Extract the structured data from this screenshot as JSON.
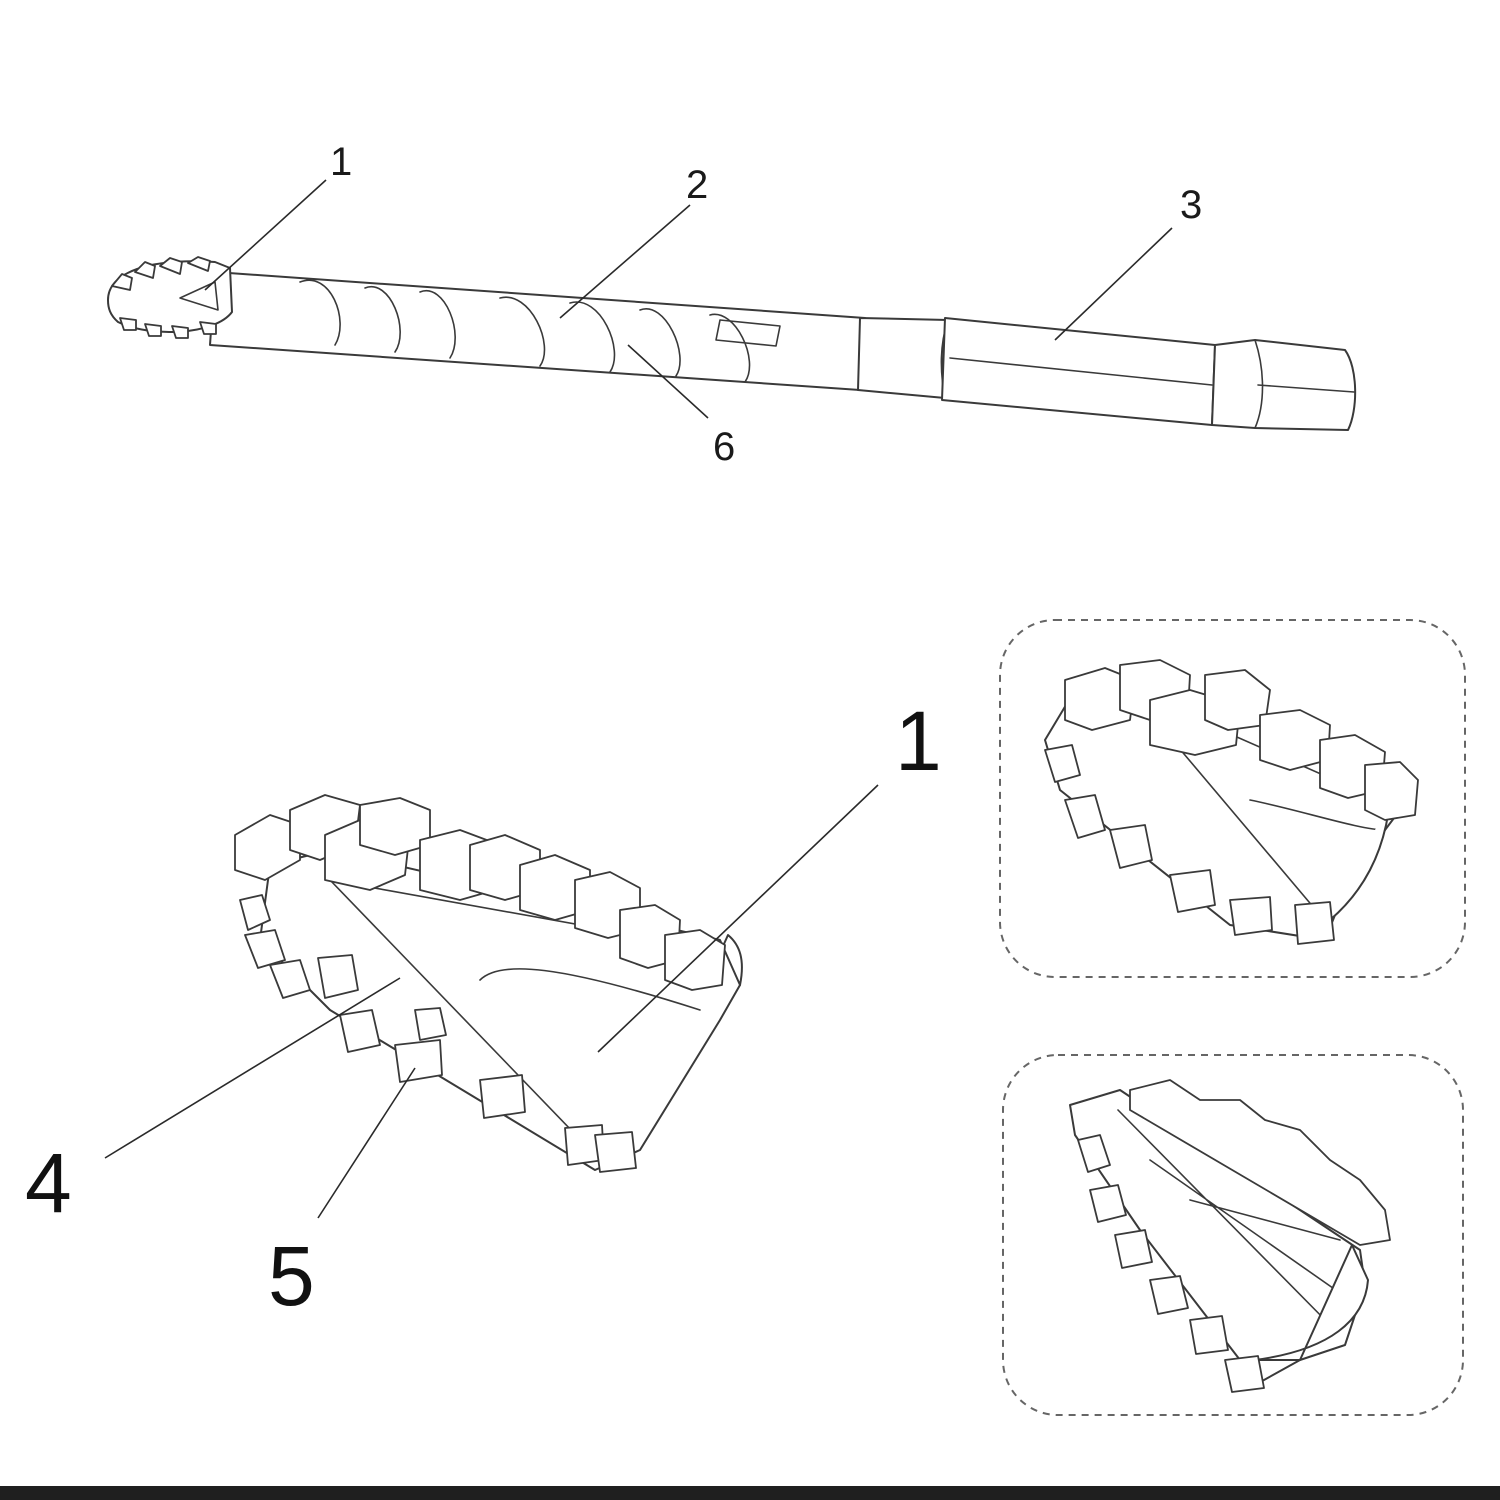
{
  "overview_labels": {
    "cutting_head": "1",
    "spiral_body": "2",
    "hex_shank": "3",
    "flute": "6"
  },
  "detail_labels": {
    "cutting_head": "1",
    "blade_plate": "4",
    "tooth": "5"
  },
  "colors": {
    "line": "#3a3a3a",
    "text": "#1a1a1a",
    "frame": "#666666",
    "background": "#ffffff"
  }
}
